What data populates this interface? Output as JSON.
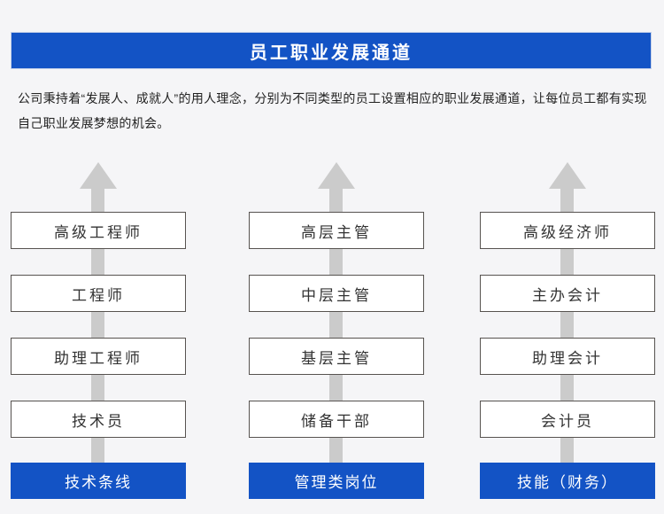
{
  "header": {
    "title": "员工职业发展通道"
  },
  "description": {
    "lines": [
      "公司秉持着“发展人、成就人”的用人理念，分别为不同类型的员工设置相应的职业发展通道，让每位员工都有实现",
      "自己职业发展梦想的机会。"
    ]
  },
  "colors": {
    "accent_blue": "#1353c5",
    "arrow_gray": "#cbcbcb",
    "background": "#f5f5f7",
    "box_border": "#575350"
  },
  "columns": [
    {
      "label": "技术条线",
      "levels": [
        "高级工程师",
        "工程师",
        "助理工程师",
        "技术员"
      ]
    },
    {
      "label": "管理类岗位",
      "levels": [
        "高层主管",
        "中层主管",
        "基层主管",
        "储备干部"
      ]
    },
    {
      "label": "技能（财务）",
      "levels": [
        "高级经济师",
        "主办会计",
        "助理会计",
        "会计员"
      ]
    }
  ]
}
